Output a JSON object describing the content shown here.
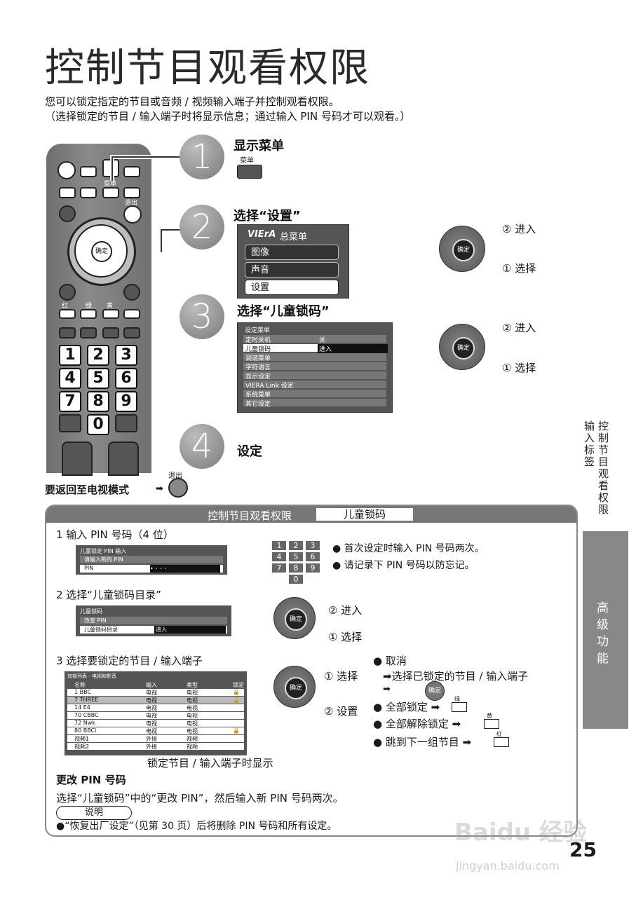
{
  "title": "控制节目观看权限",
  "intro": [
    "您可以锁定指定的节目或音频 / 视频输入端子并控制观看权限。",
    "（选择锁定的节目 / 输入端子时将显示信息；通过输入 PIN 号码才可以观看。）"
  ],
  "remote": {
    "menu_label": "菜单",
    "exit_label": "退出",
    "ok_label": "确定",
    "red": "红",
    "green": "绿",
    "yellow": "黄",
    "digits": [
      "1",
      "2",
      "3",
      "4",
      "5",
      "6",
      "7",
      "8",
      "9",
      "0"
    ]
  },
  "steps": [
    {
      "num": "1",
      "label": "显示菜单",
      "button": "菜单"
    },
    {
      "num": "2",
      "label": "选择“设置”"
    },
    {
      "num": "3",
      "label": "选择“儿童锁码”"
    },
    {
      "num": "4",
      "label": "设定"
    }
  ],
  "main_menu": {
    "brand": "VIErA",
    "title": "总菜单",
    "items": [
      "图像",
      "声音",
      "设置"
    ]
  },
  "setup_menu": {
    "title": "设定菜单",
    "rows": [
      {
        "label": "定时关机",
        "value": "关"
      },
      {
        "label": "儿童锁码",
        "value": "进入"
      },
      {
        "label": "调谐菜单",
        "value": ""
      },
      {
        "label": "字符语言",
        "value": ""
      },
      {
        "label": "显示设定",
        "value": ""
      },
      {
        "label": "VIERA Link 设定",
        "value": ""
      },
      {
        "label": "系统菜单",
        "value": ""
      },
      {
        "label": "其它设定",
        "value": ""
      }
    ]
  },
  "nav": {
    "enter": "② 进入",
    "select": "① 选择",
    "ok": "确定",
    "select2": "① 选择",
    "set": "② 设置"
  },
  "return_tv": "要返回至电视模式",
  "panel": {
    "header": "控制节目观看权限",
    "header_tag": "儿童锁码",
    "s1": "1 输入 PIN 号码（4 位）",
    "pin_screen": {
      "title": "儿童锁定 PIN 输入",
      "prompt": "请输入新的 PIN",
      "field": "PIN",
      "mask": "• ･ ･ ･"
    },
    "s1_notes": [
      "首次设定时输入 PIN 号码两次。",
      "请记录下 PIN 号码以防忘记。"
    ],
    "s2": "2 选择“儿童锁码目录”",
    "lock_screen": {
      "title": "儿童锁码",
      "row1": "改变 PIN",
      "row2": "儿童锁码目录",
      "row2_value": "进入"
    },
    "s3": "3 选择要锁定的节目 / 输入端子",
    "list_screen": {
      "title": "加锁列表 - 电视和影音",
      "headers": [
        "名称",
        "输入",
        "类型",
        "锁定"
      ],
      "rows": [
        [
          "1 BBC",
          "电视",
          "电视",
          "🔒"
        ],
        [
          "7 THREE",
          "电视",
          "电视",
          "🔒"
        ],
        [
          "14 E4",
          "电视",
          "电视",
          ""
        ],
        [
          "70 CBBC",
          "电视",
          "电视",
          ""
        ],
        [
          "72 Nwk",
          "电视",
          "电视",
          ""
        ],
        [
          "80 BBCi",
          "电视",
          "电视",
          "🔒"
        ],
        [
          "视频1",
          "外接",
          "视频",
          ""
        ],
        [
          "视频2",
          "外接",
          "视频",
          ""
        ]
      ]
    },
    "s3_notes": {
      "cancel": "取消",
      "cancel_detail": "选择已锁定的节目 / 输入端子",
      "lock_all": "全部锁定",
      "unlock_all": "全部解除锁定",
      "next_group": "跳到下一组节目",
      "green": "绿",
      "yellow": "黄",
      "red": "红"
    },
    "lock_caption": "锁定节目 / 输入端子时显示",
    "change_pin_title": "更改 PIN 号码",
    "change_pin_text": "选择“儿童锁码”中的“更改 PIN”，然后输入新 PIN 号码两次。",
    "note_label": "说明",
    "note_text": "●“恢复出厂设定”（见第 30 页）后将删除 PIN 号码和所有设定。"
  },
  "side_vertical": [
    "控制节目观看权限",
    "输入标签"
  ],
  "side_tab": [
    "高",
    "级",
    "功",
    "能"
  ],
  "page_number": "25",
  "watermark": "Baidu 经验",
  "watermark_url": "jingyan.baidu.com"
}
